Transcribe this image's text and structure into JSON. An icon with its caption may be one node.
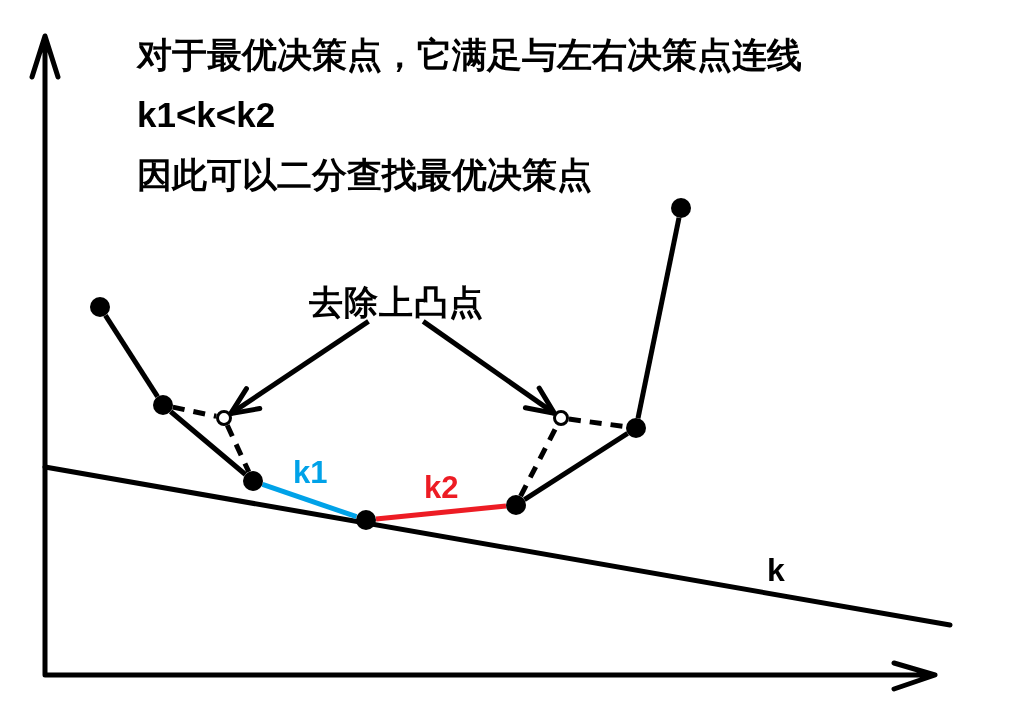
{
  "diagram": {
    "nodes": [
      {
        "text": [],
        "shape": "circle"
      },
      {
        "text": [],
        "shape": "circle"
      },
      {
        "text": [],
        "shape": "circle"
      },
      {
        "text": [],
        "shape": "circle"
      },
      {
        "text": [],
        "shape": "circle"
      },
      {
        "text": [],
        "shape": "circle"
      },
      {
        "text": [],
        "shape": "circle"
      },
      {
        "text": [],
        "shape": "circle"
      },
      {
        "text": [],
        "shape": "circle"
      },
      {
        "text": [
          "去除上凸点"
        ]
      }
    ],
    "edges": [
      {
        "from": 0,
        "to": 1,
        "arrow": "none"
      },
      {
        "from": 1,
        "to": 2,
        "arrow": "none",
        "style": "dashed"
      },
      {
        "from": 2,
        "to": 3,
        "arrow": "none",
        "style": "dashed"
      },
      {
        "from": 1,
        "to": 3,
        "arrow": "none"
      },
      {
        "from": 3,
        "to": 4,
        "arrow": "none",
        "label": "k1",
        "color": "#00a2e8"
      },
      {
        "from": 4,
        "to": 5,
        "arrow": "none",
        "label": "k2",
        "color": "#ed1c24"
      },
      {
        "from": 5,
        "to": 6,
        "arrow": "none",
        "style": "dashed"
      },
      {
        "from": 6,
        "to": 7,
        "arrow": "none",
        "style": "dashed"
      },
      {
        "from": 5,
        "to": 7,
        "arrow": "none"
      },
      {
        "from": 7,
        "to": 8,
        "arrow": "none"
      },
      {
        "from": 9,
        "to": 2,
        "arrow": "to"
      },
      {
        "from": 9,
        "to": 6,
        "arrow": "to"
      }
    ],
    "labels": [
      "对于最优决策点，它满足与左右决策点连线",
      "k1<k<k2",
      "因此可以二分查找最优决策点",
      "k"
    ]
  }
}
